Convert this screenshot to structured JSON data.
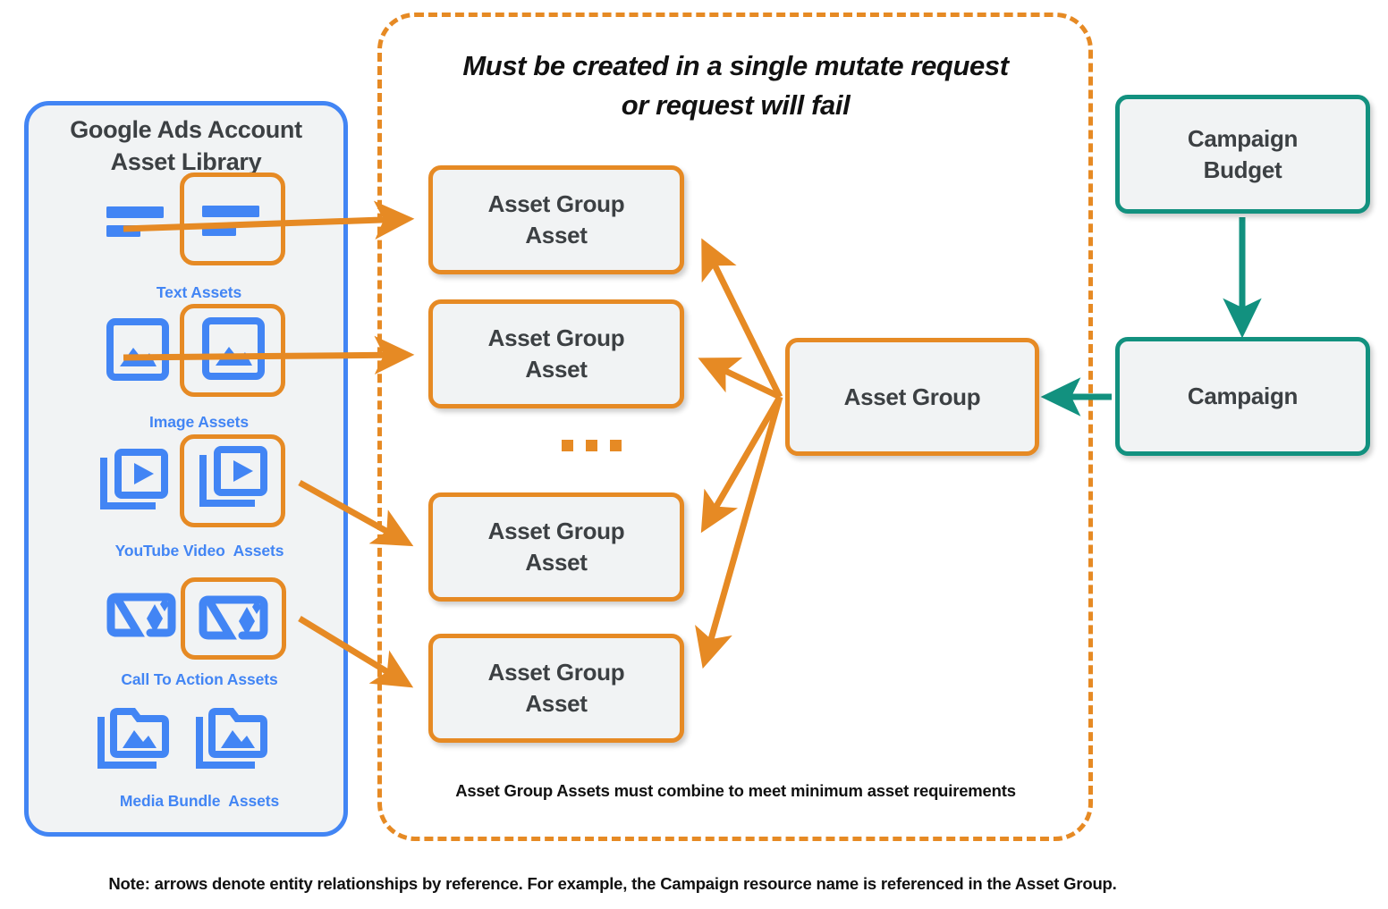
{
  "library": {
    "title_line1": "Google Ads Account",
    "title_line2": "Asset Library",
    "border_color": "#4285f4",
    "items": [
      {
        "label": "Text Assets",
        "icon": "text-asset-icon",
        "highlighted": true
      },
      {
        "label": "Image Assets",
        "icon": "image-asset-icon",
        "highlighted": true
      },
      {
        "label": "YouTube Video  Assets",
        "icon": "youtube-video-asset-icon",
        "highlighted": true
      },
      {
        "label": "Call To Action Assets",
        "icon": "call-to-action-asset-icon",
        "highlighted": true
      },
      {
        "label": "Media Bundle  Assets",
        "icon": "media-bundle-asset-icon",
        "highlighted": false
      }
    ]
  },
  "mutate_container": {
    "title_line1": "Must be created in a single mutate request",
    "title_line2": "or request will fail",
    "footnote": "Asset Group Assets must combine to meet minimum asset requirements",
    "border_color": "#e68a24",
    "border_style": "dashed"
  },
  "nodes": {
    "asset_group_assets": [
      {
        "line1": "Asset Group",
        "line2": "Asset"
      },
      {
        "line1": "Asset Group",
        "line2": "Asset"
      },
      {
        "line1": "Asset Group",
        "line2": "Asset"
      },
      {
        "line1": "Asset Group",
        "line2": "Asset"
      }
    ],
    "ellipsis": "...",
    "asset_group": "Asset Group",
    "campaign_budget_line1": "Campaign",
    "campaign_budget_line2": "Budget",
    "campaign": "Campaign"
  },
  "colors": {
    "orange": "#e68a24",
    "teal": "#12917f",
    "blue": "#4285f4",
    "node_fill": "#f1f3f4",
    "text_dark": "#3c4043"
  },
  "bottom_note": "Note: arrows denote entity relationships by reference. For example, the Campaign resource name is referenced in the Asset Group."
}
